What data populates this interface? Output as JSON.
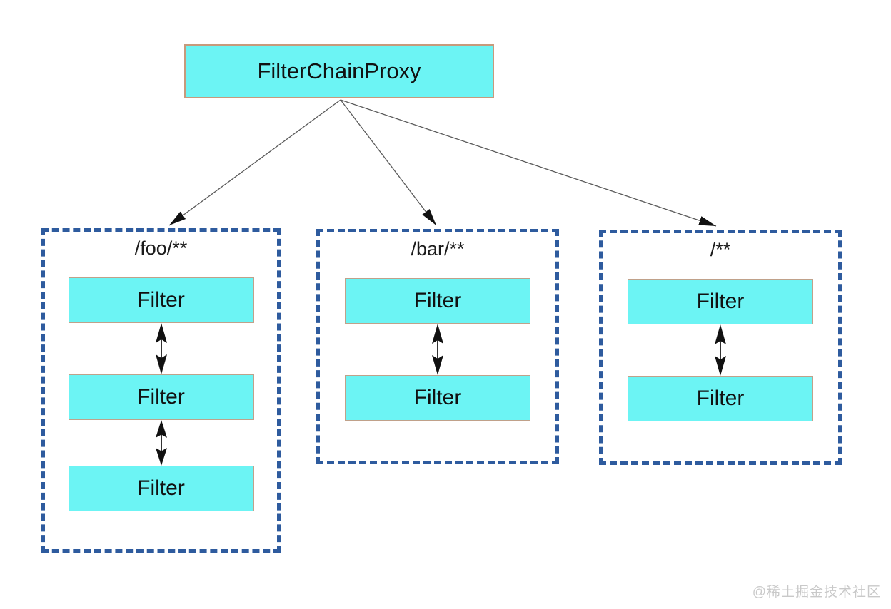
{
  "diagram": {
    "root_label": "FilterChainProxy",
    "chains": [
      {
        "pattern": "/foo/**",
        "filters": [
          "Filter",
          "Filter",
          "Filter"
        ]
      },
      {
        "pattern": "/bar/**",
        "filters": [
          "Filter",
          "Filter"
        ]
      },
      {
        "pattern": "/**",
        "filters": [
          "Filter",
          "Filter"
        ]
      }
    ],
    "colors": {
      "node_fill": "#6cf4f4",
      "node_border": "#c79a7c",
      "chain_border": "#2e5b9e",
      "arrow": "#111111"
    }
  },
  "watermark": "@稀土掘金技术社区"
}
